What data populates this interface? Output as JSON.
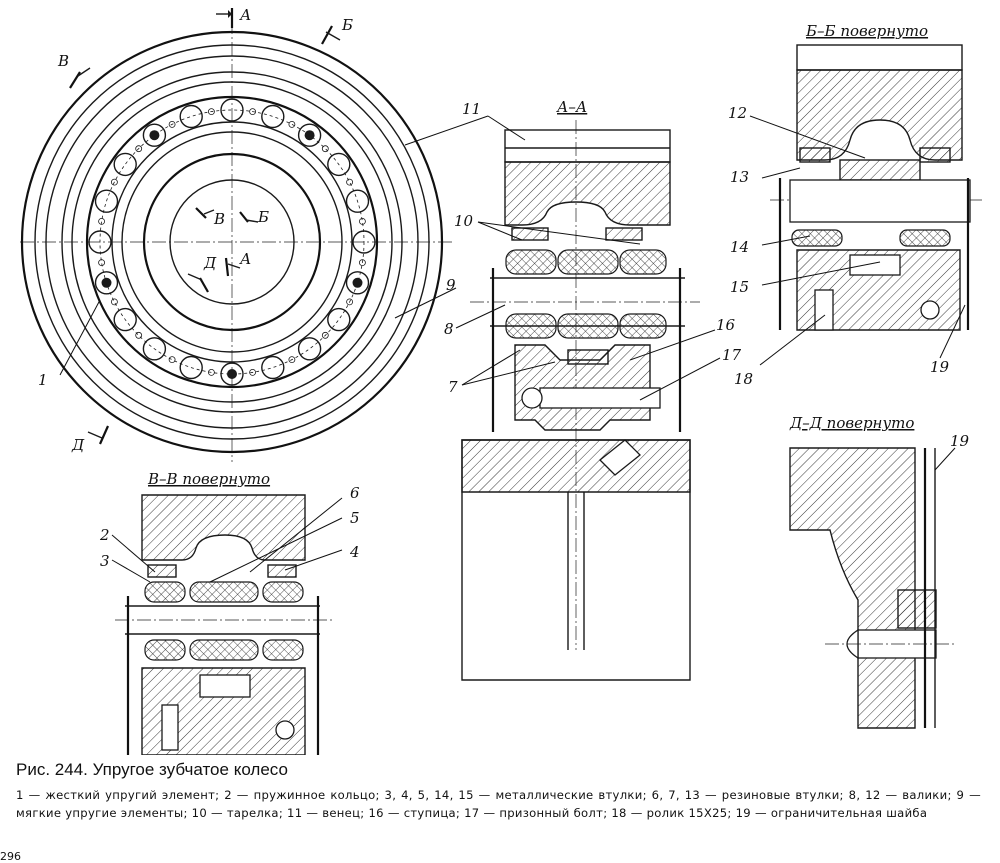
{
  "figure": {
    "caption_title": "Рис. 244. Упругое зубчатое колесо",
    "legend": "1 — жесткий упругий элемент; 2 — пружинное кольцо; 3, 4, 5, 14, 15 — металлические втулки; 6, 7, 13 — резиновые втулки; 8, 12 — валики; 9 — мягкие упругие элементы; 10 — тарелка; 11 — венец; 16 — ступица; 17 — призонный болт; 18 — ролик 15X25; 19 — ограничительная шайба",
    "page_number": "296"
  },
  "sections": {
    "aa": "А–А",
    "bb": "Б–Б повернуто",
    "vv": "В–В повернуто",
    "dd": "Д–Д повернуто"
  },
  "cut_marks": {
    "a": "А",
    "b": "Б",
    "v": "В",
    "d": "Д"
  },
  "callouts": {
    "n1": "1",
    "n2": "2",
    "n3": "3",
    "n4": "4",
    "n5": "5",
    "n6": "6",
    "n7": "7",
    "n8": "8",
    "n9": "9",
    "n10": "10",
    "n11": "11",
    "n12": "12",
    "n13": "13",
    "n14": "14",
    "n15": "15",
    "n16": "16",
    "n17": "17",
    "n18": "18",
    "n19": "19"
  }
}
